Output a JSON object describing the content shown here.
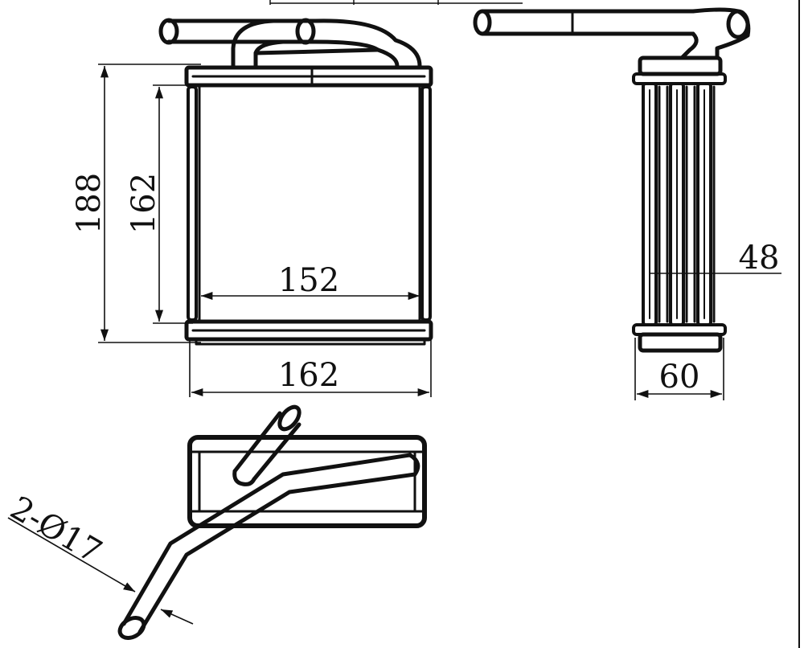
{
  "drawing": {
    "front_view": {
      "overall_height": "188",
      "core_height": "162",
      "core_width": "152",
      "overall_width": "162"
    },
    "side_view": {
      "core_depth": "48",
      "overall_depth": "60"
    },
    "bottom_view": {
      "pipe_spec": "2-Ø17"
    }
  },
  "colors": {
    "line": "#111111",
    "background": "#ffffff"
  }
}
